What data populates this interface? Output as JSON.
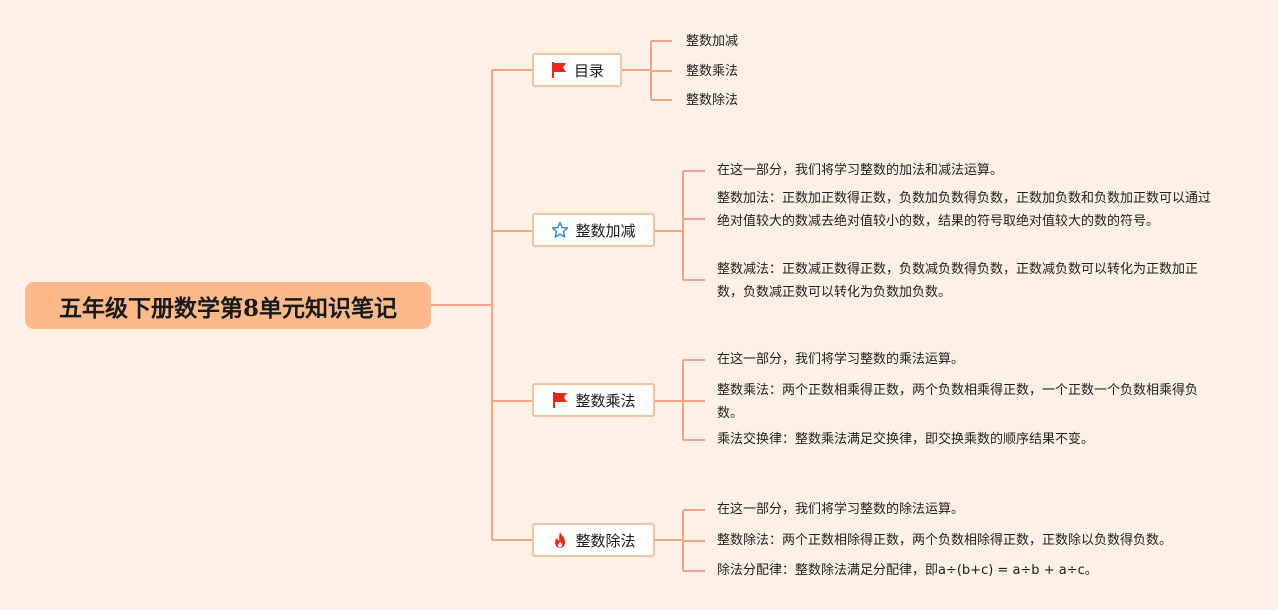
{
  "root": {
    "title": "五年级下册数学第8单元知识笔记"
  },
  "colors": {
    "line": "#f2a588",
    "root_bg": "#fbb98c",
    "background": "#fdf1e6",
    "flag": "#e8291c",
    "star": "#2a8ad8",
    "fire": "#e8291c"
  },
  "branches": [
    {
      "label": "目录",
      "icon": "flag-icon",
      "items": [
        "整数加减",
        "整数乘法",
        "整数除法"
      ]
    },
    {
      "label": "整数加减",
      "icon": "star-icon",
      "notes": [
        "在这一部分，我们将学习整数的加法和减法运算。",
        "整数加法：正数加正数得正数，负数加负数得负数，正数加负数和负数加正数可以通过绝对值较大的数减去绝对值较小的数，结果的符号取绝对值较大的数的符号。",
        "整数减法：正数减正数得正数，负数减负数得负数，正数减负数可以转化为正数加正数，负数减正数可以转化为负数加负数。"
      ]
    },
    {
      "label": "整数乘法",
      "icon": "flag-icon",
      "notes": [
        "在这一部分，我们将学习整数的乘法运算。",
        "整数乘法：两个正数相乘得正数，两个负数相乘得正数，一个正数一个负数相乘得负数。",
        "乘法交换律：整数乘法满足交换律，即交换乘数的顺序结果不变。"
      ]
    },
    {
      "label": "整数除法",
      "icon": "fire-icon",
      "notes": [
        "在这一部分，我们将学习整数的除法运算。",
        "整数除法：两个正数相除得正数，两个负数相除得正数，正数除以负数得负数。",
        "除法分配律：整数除法满足分配律，即a÷(b+c) = a÷b + a÷c。"
      ]
    }
  ]
}
